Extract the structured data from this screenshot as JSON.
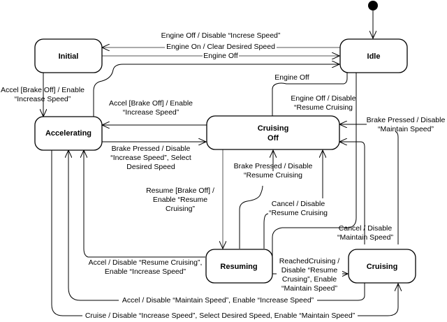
{
  "diagram": {
    "type": "state-machine",
    "states": {
      "initial": "Initial",
      "idle": "Idle",
      "accelerating": "Accelerating",
      "cruising_off_1": "Cruising",
      "cruising_off_2": "Off",
      "resuming": "Resuming",
      "cruising": "Cruising"
    },
    "transitions": {
      "idle_to_initial": [
        "Engine Off / Disable “Increse Speed”"
      ],
      "initial_to_idle_on": [
        "Engine On / Clear Desired Speed"
      ],
      "initial_to_idle_off": [
        "Engine Off"
      ],
      "initial_to_accel": [
        "Accel [Brake Off] / Enable",
        "“Increase Speed”"
      ],
      "cruiseoff_to_accel": [
        "Accel [Brake Off] / Enable",
        "“Increase Speed”"
      ],
      "accel_to_cruiseoff": [
        "Brake Pressed / Disable",
        "“Increase Speed”, Select",
        "Desired Speed"
      ],
      "accel_to_idle": [
        "Engine Off"
      ],
      "cruiseoff_to_idle": [
        "Engine Off / Disable",
        "“Resume Cruising"
      ],
      "cruising_to_cruiseoff_brake": [
        "Brake Pressed / Disable",
        "“Maintain Speed”"
      ],
      "cruiseoff_to_resuming": [
        "Resume [Brake Off] /",
        "Enable “Resume",
        "Cruising”"
      ],
      "resuming_to_cruiseoff_brake": [
        "Brake Pressed / Disable",
        "“Resume Cruising"
      ],
      "resuming_to_cruiseoff_cancel": [
        "Cancel / Disable",
        "“Resume Cruising"
      ],
      "cruising_to_cruiseoff_cancel": [
        "Cancel / Disable",
        "“Maintain Speed”"
      ],
      "resuming_to_accel": [
        "Accel / Disable “Resume Cruising”,",
        "Enable “Increase Speed”"
      ],
      "resuming_to_cruising": [
        "ReachedCruising /",
        "Disable “Resume",
        "Crusing”, Enable",
        "“Maintain Speed”"
      ],
      "cruising_to_accel": [
        "Accel / Disable “Maintain Speed”,  Enable “Increase Speed”"
      ],
      "accel_to_cruising": [
        "Cruise / Disable “Increase Speed”, Select Desired Speed, Enable “Maintain Speed”"
      ]
    }
  }
}
